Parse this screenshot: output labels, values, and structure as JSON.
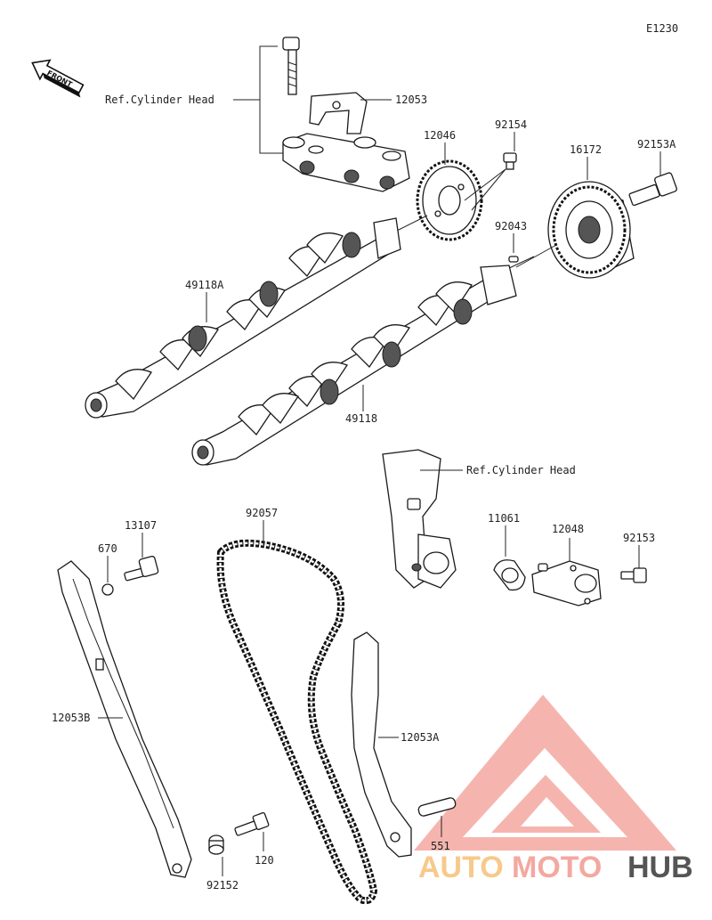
{
  "diagram_code": "E1230",
  "front_arrow_label": "FRONT",
  "labels": {
    "ref_head_top": "Ref.Cylinder Head",
    "ref_head_mid": "Ref.Cylinder Head",
    "p12053": "12053",
    "p12046": "12046",
    "p92154": "92154",
    "p16172": "16172",
    "p92153A": "92153A",
    "p92043": "92043",
    "p49118A": "49118A",
    "p49118": "49118",
    "p92057": "92057",
    "p13107": "13107",
    "p670": "670",
    "p11061": "11061",
    "p12048": "12048",
    "p92153": "92153",
    "p12053B": "12053B",
    "p12053A": "12053A",
    "p551": "551",
    "p120": "120",
    "p92152": "92152"
  },
  "watermark": {
    "part1": "AUTO",
    "part2": "MOTO",
    "part3": "HUB",
    "color_primary": "#f3a8a0",
    "color_accent": "#f7c98a",
    "color_dark": "#555555"
  }
}
